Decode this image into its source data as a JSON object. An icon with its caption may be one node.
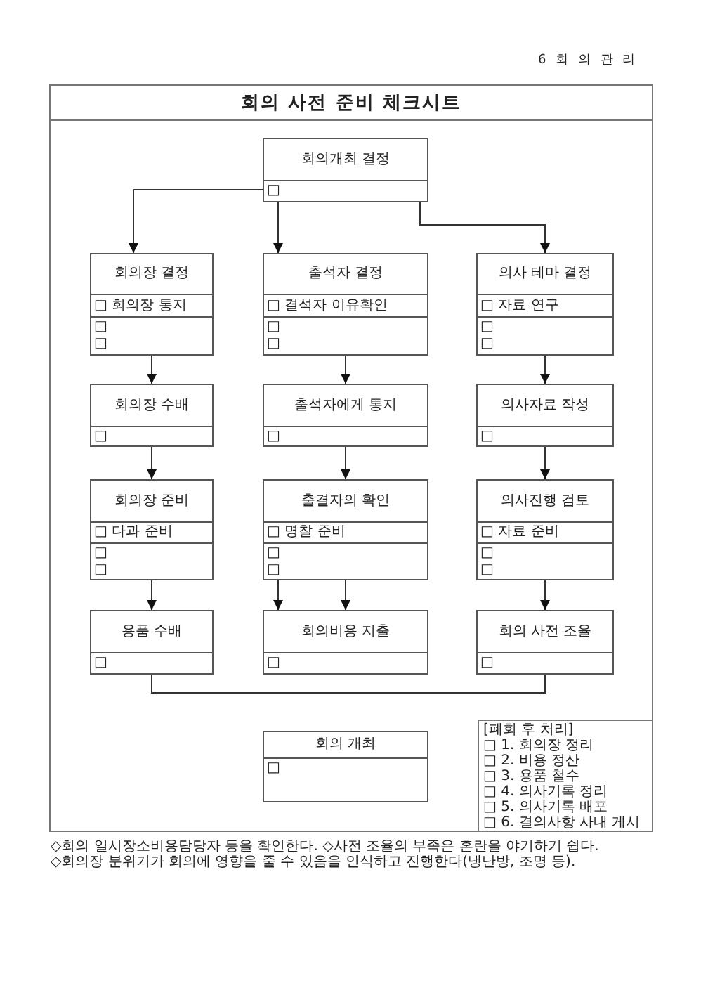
{
  "diagram": {
    "nodes": [
      {
        "text": [
          "회의 사전 준비 체크시트"
        ]
      },
      {
        "text": [
          "회의개최 결정",
          "□"
        ],
        "in": 0
      },
      {
        "text": [
          "회의장 결정",
          "□ 회의장 통지",
          "□",
          "□"
        ],
        "in": 0
      },
      {
        "text": [
          "출석자 결정",
          "□ 결석자 이유확인",
          "□",
          "□"
        ],
        "in": 0
      },
      {
        "text": [
          "의사 테마 결정",
          "□ 자료 연구",
          "□",
          "□"
        ],
        "in": 0
      },
      {
        "text": [
          "회의장 수배",
          "□"
        ],
        "in": 0
      },
      {
        "text": [
          "출석자에게 통지",
          "□"
        ],
        "in": 0
      },
      {
        "text": [
          "의사자료 작성",
          "□"
        ],
        "in": 0
      },
      {
        "text": [
          "회의장 준비",
          "□ 다과 준비",
          "□",
          "□"
        ],
        "in": 0
      },
      {
        "text": [
          "출결자의 확인",
          "□ 명찰 준비",
          "□",
          "□"
        ],
        "in": 0
      },
      {
        "text": [
          "의사진행 검토",
          "□ 자료 준비",
          "□",
          "□"
        ],
        "in": 0
      },
      {
        "text": [
          "용품 수배",
          "□"
        ],
        "in": 0
      },
      {
        "text": [
          "회의비용 지출",
          "□"
        ],
        "in": 0
      },
      {
        "text": [
          "회의 사전 조율",
          "□"
        ],
        "in": 0
      },
      {
        "text": [
          "회의 개최",
          "□"
        ],
        "in": 0
      },
      {
        "text": [
          "[폐회 후 처리]",
          "□ 1. 회의장 정리",
          "□ 2. 비용 정산",
          "□ 3. 용품 철수",
          "□ 4. 의사기록 정리",
          "□ 5. 의사기록 배포",
          "□ 6. 결의사항 사내 게시"
        ],
        "in": 0
      }
    ],
    "edges": [
      {
        "from": 1,
        "to": 2,
        "arrow": "to"
      },
      {
        "from": 1,
        "to": 3,
        "arrow": "to"
      },
      {
        "from": 1,
        "to": 4,
        "arrow": "to"
      },
      {
        "from": 2,
        "to": 5,
        "arrow": "to"
      },
      {
        "from": 3,
        "to": 6,
        "arrow": "to"
      },
      {
        "from": 4,
        "to": 7,
        "arrow": "to"
      },
      {
        "from": 5,
        "to": 8,
        "arrow": "to"
      },
      {
        "from": 6,
        "to": 9,
        "arrow": "to"
      },
      {
        "from": 7,
        "to": 10,
        "arrow": "to"
      },
      {
        "from": 8,
        "to": 11,
        "arrow": "to"
      },
      {
        "from": 9,
        "to": 12,
        "arrow": "to"
      },
      {
        "from": 10,
        "to": 13,
        "arrow": "to"
      },
      {
        "from": 9,
        "to": 12,
        "arrow": "to"
      },
      {
        "from": 11,
        "to": 13,
        "arrow": "none"
      }
    ],
    "labels": [
      "6 회 의 관 리",
      "◇회의 일시장소비용담당자 등을 확인한다. ◇사전 조율의 부족은 혼란을 야기하기 쉽다.",
      "◇회의장 분위기가 회의에 영향을 줄 수 있음을 인식하고 진행한다(냉난방, 조명 등)."
    ]
  }
}
